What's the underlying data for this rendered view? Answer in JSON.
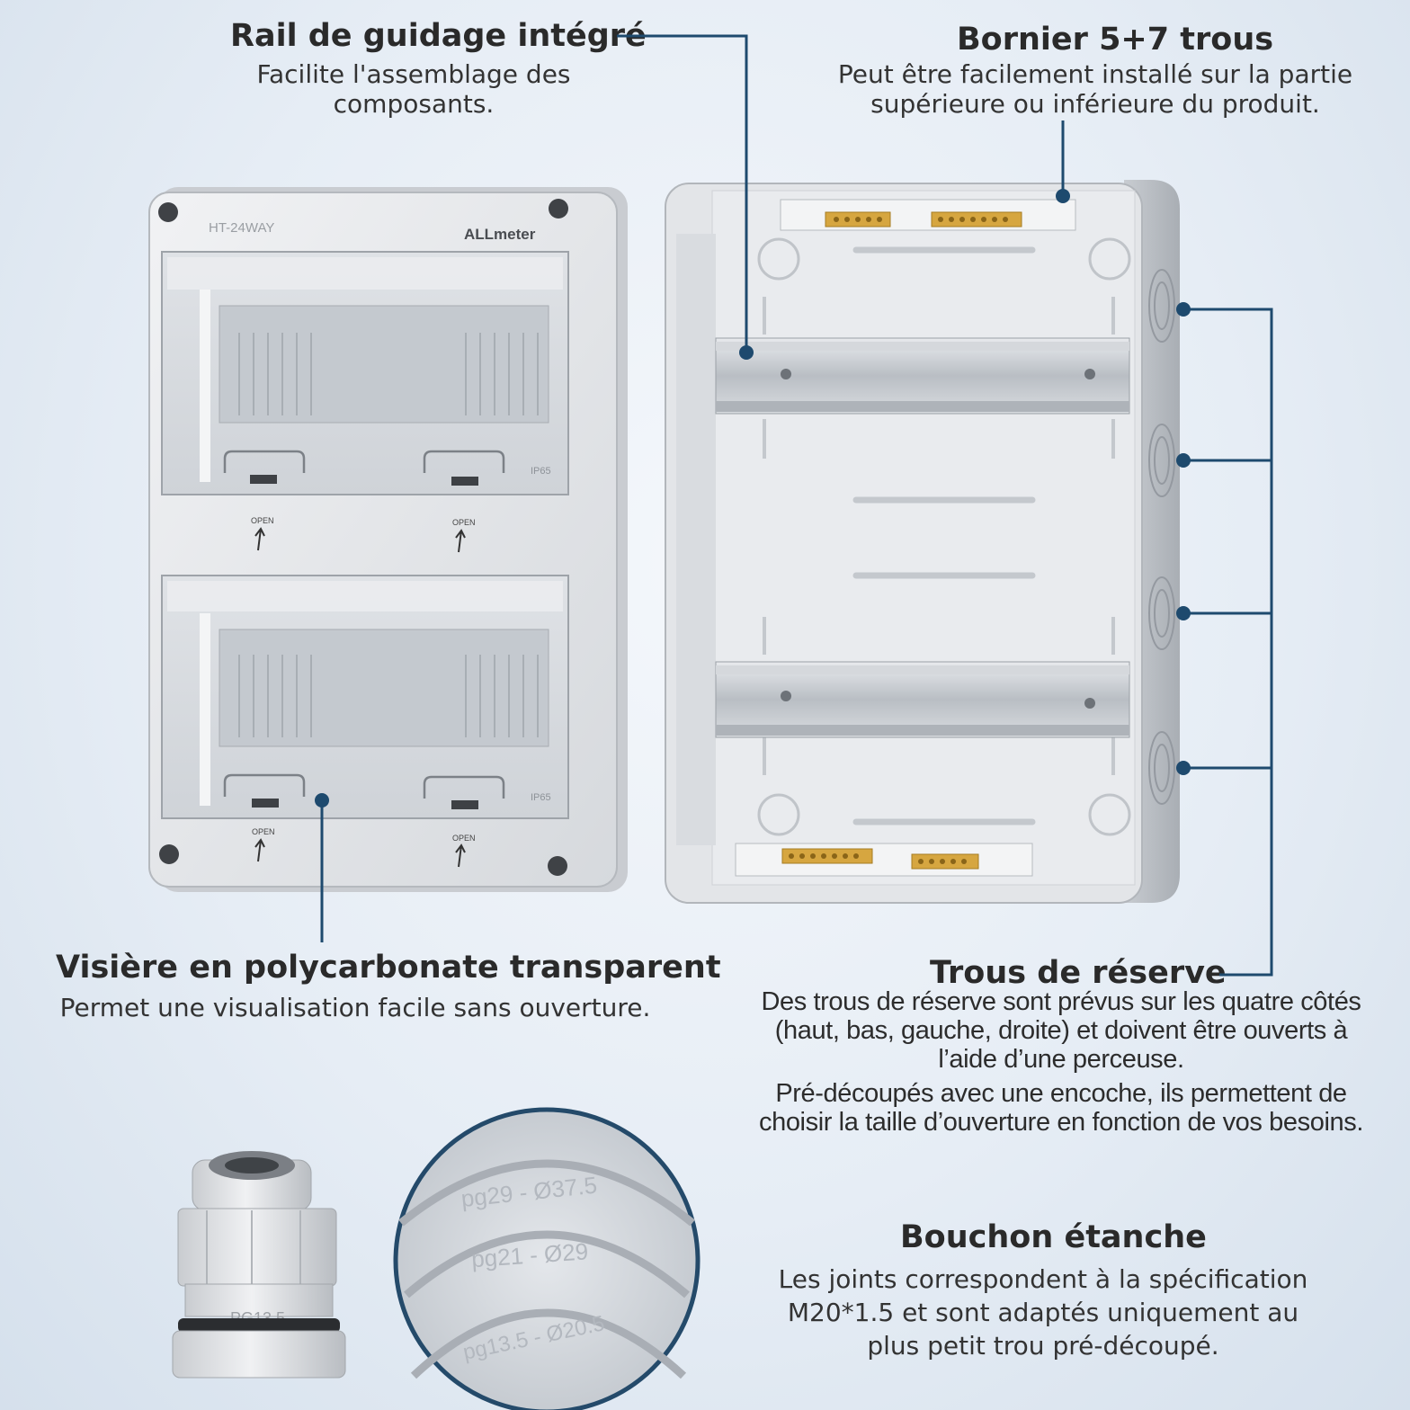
{
  "features": {
    "rail": {
      "title": "Rail de guidage intégré",
      "lines": [
        "Facilite l'assemblage des",
        "composants."
      ]
    },
    "bornier": {
      "title": "Bornier 5+7 trous",
      "lines": [
        "Peut être facilement installé sur la partie",
        "supérieure ou inférieure du produit."
      ]
    },
    "visiere": {
      "title": "Visière en polycarbonate transparent",
      "lines": [
        "Permet une visualisation facile sans ouverture."
      ]
    },
    "trous": {
      "title": "Trous de réserve",
      "lines": [
        "Des trous de réserve sont prévus sur les quatre côtés",
        "(haut, bas, gauche, droite) et doivent être ouverts à",
        "l’aide d’une perceuse.",
        "Pré-découpés avec une encoche, ils permettent de",
        "choisir la taille d’ouverture en fonction de vos besoins."
      ]
    },
    "bouchon": {
      "title": "Bouchon étanche",
      "lines": [
        "Les joints correspondent à la spécification",
        "M20*1.5 et sont adaptés uniquement au",
        "plus petit trou pré-découpé."
      ]
    }
  },
  "product": {
    "model": "HT-24WAY",
    "brand": "ALLmeter",
    "rating": "IP65",
    "open_label": "OPEN",
    "gland_size": "PG13.5",
    "knockout_sizes": [
      "pg29 - Ø37.5",
      "pg21 - Ø29",
      "pg13.5 - Ø20.5"
    ]
  },
  "colors": {
    "leader": "#1e4a6e",
    "housing": "#e9ebee",
    "rail": "#c9cdd2",
    "brass": "#d6a640"
  }
}
